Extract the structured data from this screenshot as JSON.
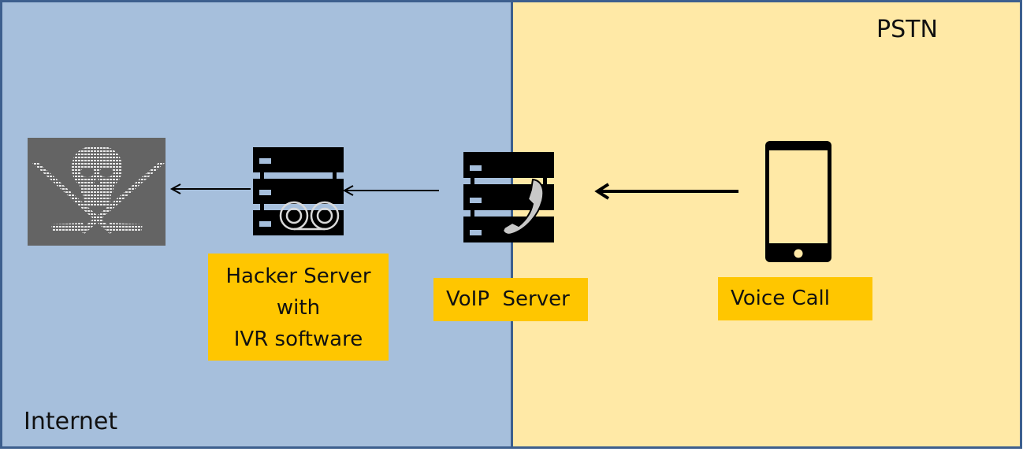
{
  "zones": {
    "internet": {
      "label": "Internet",
      "color": "#a6bfdc"
    },
    "pstn": {
      "label": "PSTN",
      "color": "#ffe9a6"
    }
  },
  "border_color": "#3d5f8e",
  "caption_color": "#ffc600",
  "nodes": [
    {
      "id": "hacker",
      "icon": "pirate-skull-crossbones-icon"
    },
    {
      "id": "hacker-server",
      "icon": "server-tape-recorder-icon",
      "caption_lines": [
        "Hacker Server",
        "with",
        "IVR software"
      ]
    },
    {
      "id": "voip-server",
      "icon": "server-phone-icon",
      "caption": "VoIP  Server"
    },
    {
      "id": "phone",
      "icon": "smartphone-icon",
      "caption": "Voice Call"
    }
  ],
  "edges": [
    {
      "from": "phone",
      "to": "voip-server"
    },
    {
      "from": "voip-server",
      "to": "hacker-server"
    },
    {
      "from": "hacker-server",
      "to": "hacker"
    }
  ]
}
